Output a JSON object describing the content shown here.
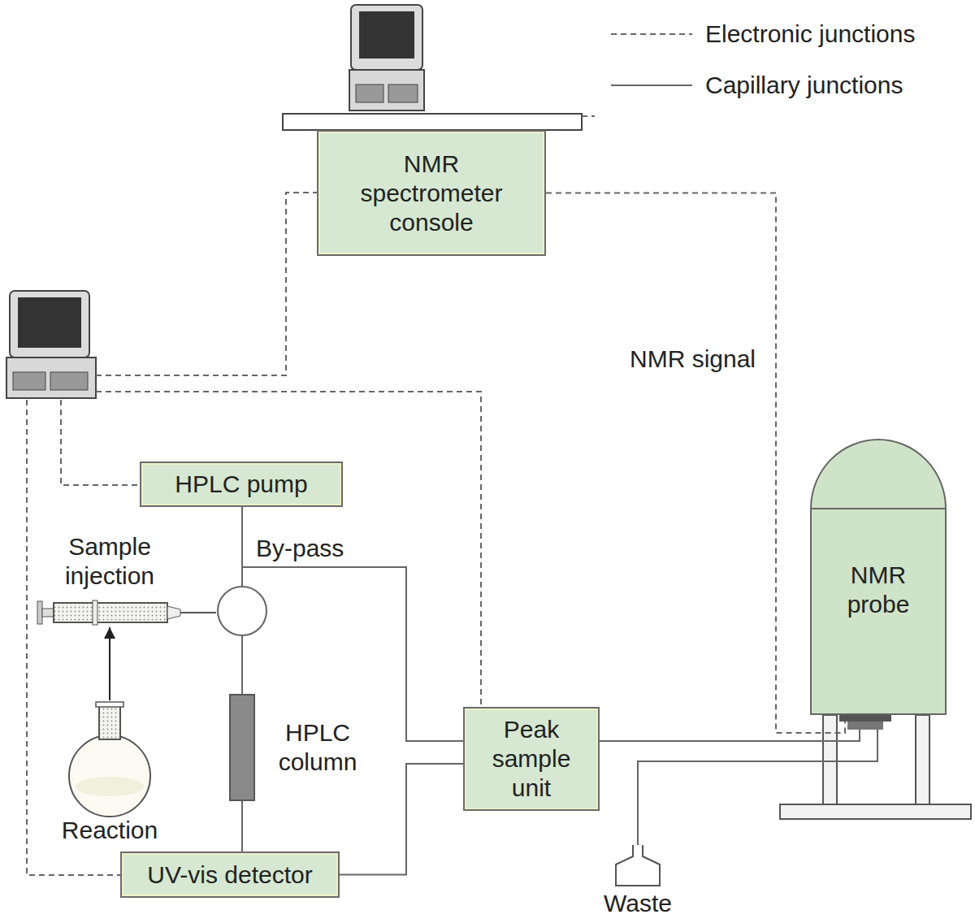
{
  "diagram": {
    "nodes": [
      {
        "text": [
          "NMR spectrometer console"
        ]
      },
      {
        "text": [
          "HPLC pump"
        ]
      },
      {
        "text": [
          "Sample injection"
        ]
      },
      {
        "text": [
          "HPLC column"
        ]
      },
      {
        "text": [
          "Reaction"
        ]
      },
      {
        "text": [
          "UV-vis detector"
        ]
      },
      {
        "text": [
          "Peak sample unit"
        ]
      },
      {
        "text": [
          "NMR probe"
        ]
      },
      {
        "text": [
          "Waste"
        ]
      }
    ],
    "edges": [
      {
        "from": 0,
        "to": 7,
        "label": "NMR signal",
        "arrow": "none"
      },
      {
        "from": 1,
        "to": 3,
        "arrow": "none"
      },
      {
        "from": 1,
        "to": 6,
        "label": "By-pass",
        "arrow": "none"
      },
      {
        "from": 2,
        "to": 3,
        "arrow": "none"
      },
      {
        "from": 4,
        "to": 2,
        "arrow": "to"
      },
      {
        "from": 3,
        "to": 5,
        "arrow": "none"
      },
      {
        "from": 5,
        "to": 6,
        "arrow": "none"
      },
      {
        "from": 6,
        "to": 7,
        "arrow": "none"
      },
      {
        "from": 7,
        "to": 8,
        "arrow": "none"
      }
    ],
    "legend": [
      {
        "text": "Electronic junctions"
      },
      {
        "text": "Capillary junctions"
      }
    ]
  }
}
